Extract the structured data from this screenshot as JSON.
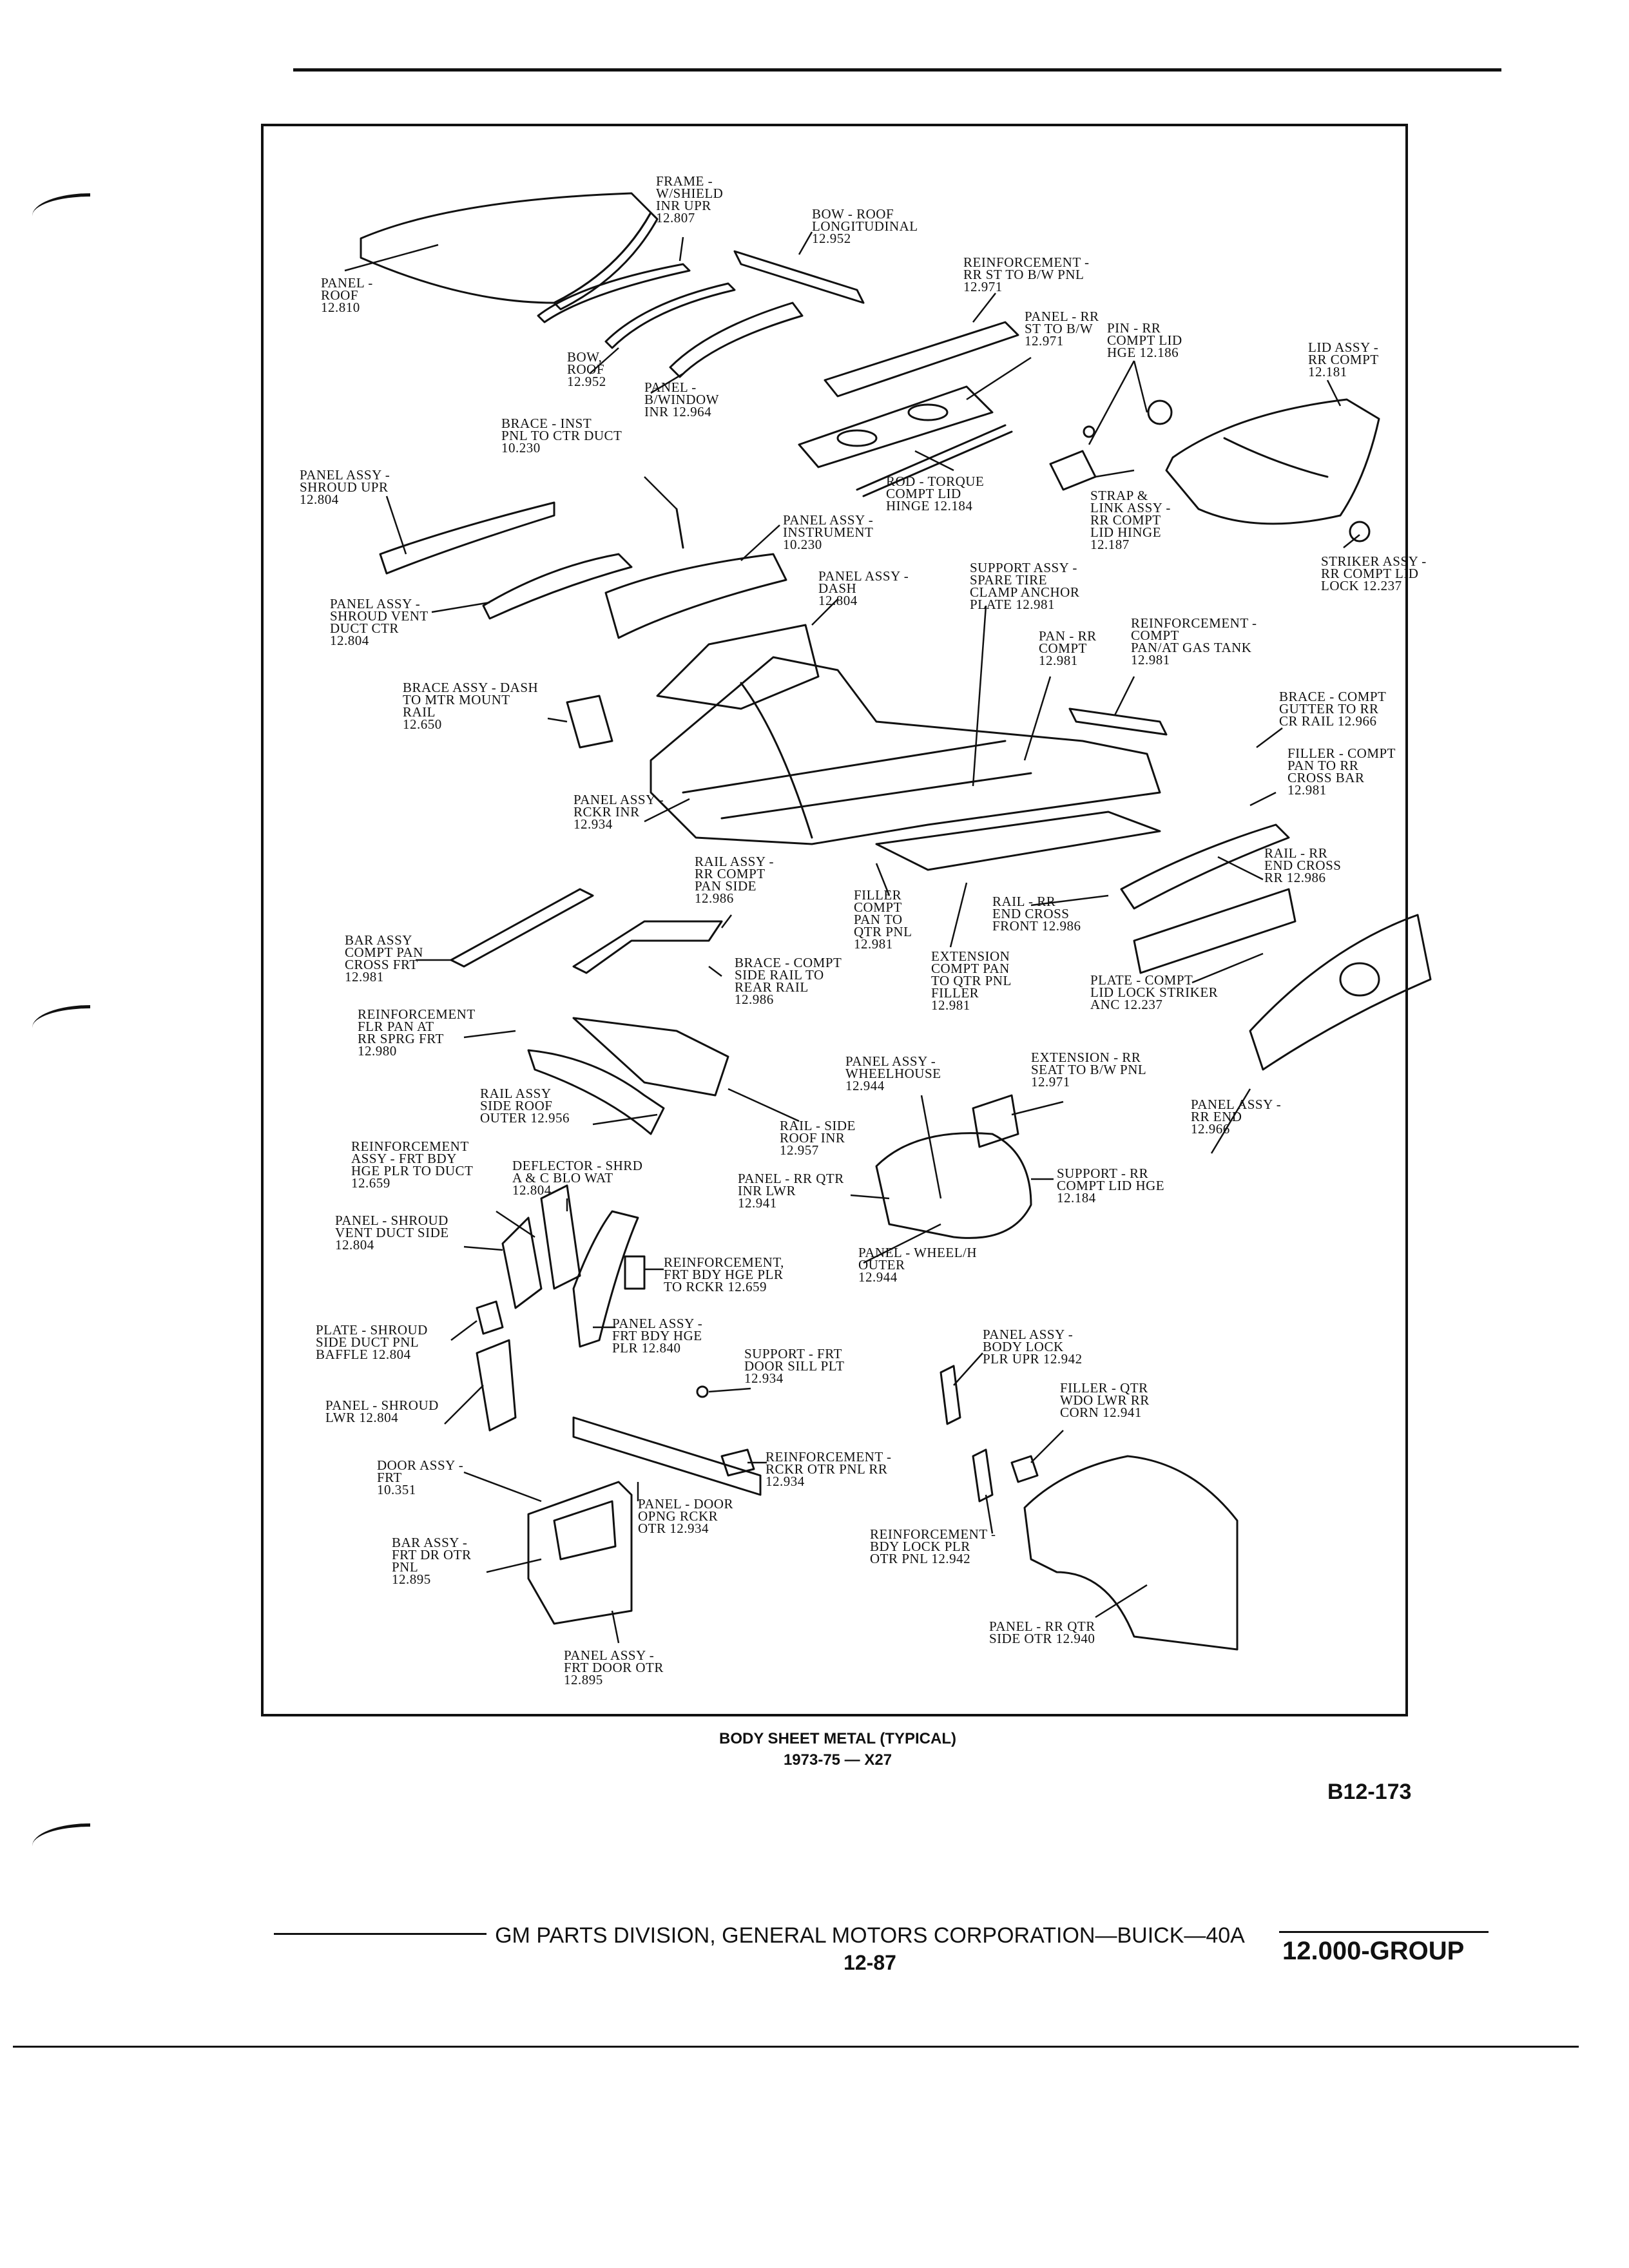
{
  "caption": {
    "title": "BODY SHEET METAL (TYPICAL)",
    "subtitle": "1973-75 — X27"
  },
  "ref_number": "B12-173",
  "footer": {
    "division": "GM PARTS DIVISION, GENERAL MOTORS CORPORATION—BUICK—40A",
    "page": "12-87",
    "group": "12.000-GROUP"
  },
  "labels": {
    "frame_wshield": "FRAME -\nW/SHIELD\nINR UPR\n12.807",
    "bow_roof_long": "BOW - ROOF\nLONGITUDINAL\n12.952",
    "reinf_rr_st_bw": "REINFORCEMENT -\nRR ST TO B/W PNL\n12.971",
    "panel_roof": "PANEL -\nROOF\n12.810",
    "panel_rr_st_bw": "PANEL - RR\nST TO B/W\n12.971",
    "pin_rr_compt": "PIN - RR\nCOMPT LID\nHGE 12.186",
    "lid_assy": "LID ASSY -\nRR COMPT\n12.181",
    "bow_roof": "BOW,\nROOF\n12.952",
    "panel_bwindow": "PANEL -\nB/WINDOW\nINR 12.964",
    "brace_inst": "BRACE - INST\nPNL TO CTR DUCT\n10.230",
    "panel_shroud_upr": "PANEL ASSY -\nSHROUD UPR\n12.804",
    "rod_torque": "ROD - TORQUE\nCOMPT LID\nHINGE 12.184",
    "strap_link": "STRAP &\nLINK ASSY -\nRR COMPT\nLID HINGE\n12.187",
    "panel_instrument": "PANEL ASSY -\nINSTRUMENT\n10.230",
    "striker_assy": "STRIKER ASSY -\nRR COMPT LID\nLOCK 12.237",
    "panel_shroud_vent": "PANEL ASSY -\nSHROUD VENT\nDUCT CTR\n12.804",
    "panel_dash": "PANEL ASSY -\nDASH\n12.804",
    "support_spare": "SUPPORT ASSY -\nSPARE TIRE\nCLAMP ANCHOR\nPLATE 12.981",
    "reinf_compt_pan": "REINFORCEMENT -\nCOMPT\nPAN/AT GAS TANK\n12.981",
    "pan_rr_compt": "PAN - RR\nCOMPT\n12.981",
    "brace_dash_mtr": "BRACE ASSY - DASH\nTO MTR MOUNT\nRAIL\n12.650",
    "brace_compt_gutter": "BRACE - COMPT\nGUTTER TO RR\nCR RAIL 12.966",
    "filler_compt_pan_cross": "FILLER - COMPT\nPAN TO RR\nCROSS BAR\n12.981",
    "panel_rckr_inr": "PANEL ASSY -\nRCKR INR\n12.934",
    "rail_rr_end_cross": "RAIL - RR\nEND CROSS\nRR 12.986",
    "rail_rr_compt_pan_side": "RAIL ASSY -\nRR COMPT\nPAN SIDE\n12.986",
    "filler_compt_pan_qtr": "FILLER\nCOMPT\nPAN TO\nQTR PNL\n12.981",
    "rail_rr_end_cross_front": "RAIL - RR\nEND CROSS\nFRONT 12.986",
    "bar_assy_compt_pan": "BAR ASSY\nCOMPT PAN\nCROSS FRT\n12.981",
    "brace_compt_side_rail": "BRACE - COMPT\nSIDE RAIL TO\nREAR RAIL\n12.986",
    "extension_compt_pan": "EXTENSION\nCOMPT PAN\nTO QTR PNL\nFILLER\n12.981",
    "plate_compt_lid": "PLATE - COMPT\nLID LOCK STRIKER\nANC 12.237",
    "reinf_flr_pan": "REINFORCEMENT\nFLR PAN AT\nRR SPRG FRT\n12.980",
    "rail_side_roof_outer": "RAIL ASSY\nSIDE ROOF\nOUTER 12.956",
    "panel_wheelhouse": "PANEL ASSY -\nWHEELHOUSE\n12.944",
    "extension_rr_seat": "EXTENSION - RR\nSEAT TO B/W PNL\n12.971",
    "panel_rr_end": "PANEL ASSY -\nRR END\n12.966",
    "reinf_frt_bdy_hge_duct": "REINFORCEMENT\nASSY - FRT BDY\nHGE PLR TO DUCT\n12.659",
    "rail_side_roof_inr": "RAIL - SIDE\nROOF INR\n12.957",
    "deflector_shrd": "DEFLECTOR - SHRD\nA & C BLO WAT\n12.804",
    "panel_rr_qtr_inr": "PANEL - RR QTR\nINR LWR\n12.941",
    "support_rr_compt_lid": "SUPPORT - RR\nCOMPT LID HGE\n12.184",
    "panel_shroud_vent_side": "PANEL - SHROUD\nVENT DUCT SIDE\n12.804",
    "panel_wheel_outer": "PANEL - WHEEL/H\nOUTER\n12.944",
    "reinf_frt_bdy_rckr": "REINFORCEMENT,\nFRT BDY HGE PLR\nTO RCKR 12.659",
    "plate_shroud_baffle": "PLATE - SHROUD\nSIDE DUCT PNL\nBAFFLE 12.804",
    "panel_frt_bdy_hge": "PANEL ASSY -\nFRT BDY HGE\nPLR 12.840",
    "support_frt_door_sill": "SUPPORT - FRT\nDOOR SILL PLT\n12.934",
    "panel_body_lock": "PANEL ASSY -\nBODY LOCK\nPLR UPR 12.942",
    "panel_shroud_lwr": "PANEL - SHROUD\nLWR 12.804",
    "filler_qtr_wdo": "FILLER - QTR\nWDO LWR RR\nCORN 12.941",
    "door_assy_frt": "DOOR ASSY -\nFRT\n10.351",
    "reinf_rckr_otr": "REINFORCEMENT -\nRCKR OTR PNL RR\n12.934",
    "panel_door_opng": "PANEL - DOOR\nOPNG RCKR\nOTR 12.934",
    "bar_assy_frt_dr": "BAR ASSY -\nFRT DR OTR\nPNL\n12.895",
    "reinf_bdy_lock_plr": "REINFORCEMENT -\nBDY LOCK PLR\nOTR PNL 12.942",
    "panel_rr_qtr_side": "PANEL - RR QTR\nSIDE OTR 12.940",
    "panel_frt_door_otr": "PANEL ASSY -\nFRT DOOR OTR\n12.895"
  }
}
